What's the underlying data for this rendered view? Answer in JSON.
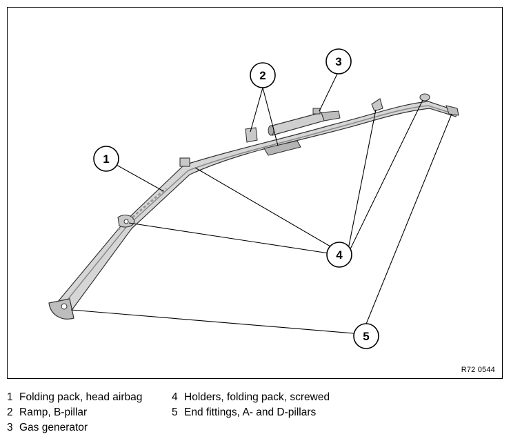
{
  "diagram": {
    "reference_code": "R72 0544",
    "callouts": [
      "1",
      "2",
      "3",
      "4",
      "5"
    ]
  },
  "legend": [
    {
      "number": "1",
      "text": "Folding pack, head airbag"
    },
    {
      "number": "2",
      "text": "Ramp, B-pillar"
    },
    {
      "number": "3",
      "text": "Gas generator"
    },
    {
      "number": "4",
      "text": "Holders, folding pack, screwed"
    },
    {
      "number": "5",
      "text": "End fittings, A- and D-pillars"
    }
  ]
}
